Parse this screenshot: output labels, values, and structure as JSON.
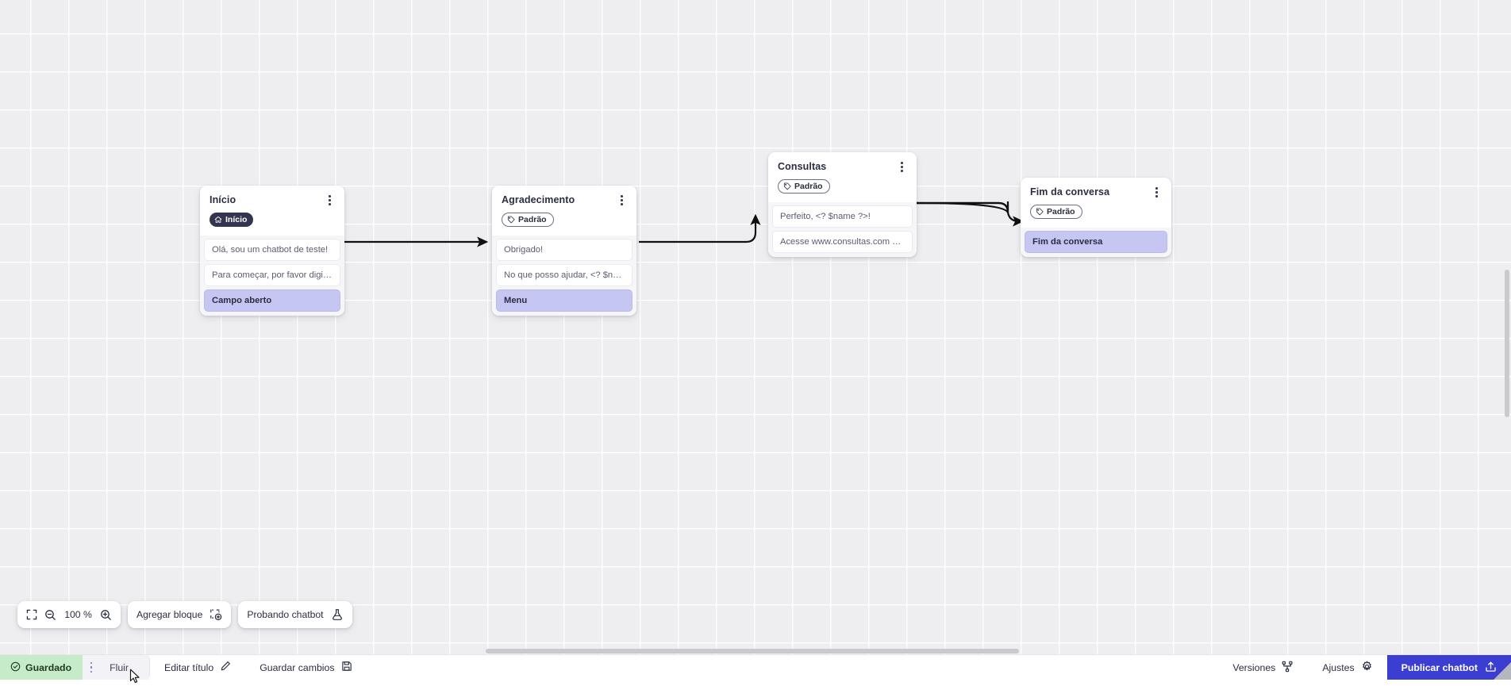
{
  "canvas": {
    "background_color": "#eeedef",
    "grid": true
  },
  "nodes": [
    {
      "id": "inicio",
      "title": "Início",
      "badge": {
        "label": "Início",
        "type": "start",
        "icon": "home-icon",
        "color": "#333450"
      },
      "rows": [
        {
          "text": "Olá, sou um chatbot de teste!",
          "highlight": false
        },
        {
          "text": "Para começar, por favor digite o ...",
          "highlight": false
        },
        {
          "text": "Campo aberto",
          "highlight": true
        }
      ]
    },
    {
      "id": "agradecimento",
      "title": "Agradecimento",
      "badge": {
        "label": "Padrão",
        "type": "default",
        "icon": "tag-icon",
        "color": "#6c6e85"
      },
      "rows": [
        {
          "text": "Obrigado!",
          "highlight": false
        },
        {
          "text": "No que posso ajudar, <? $name ...",
          "highlight": false
        },
        {
          "text": "Menu",
          "highlight": true
        }
      ]
    },
    {
      "id": "consultas",
      "title": "Consultas",
      "badge": {
        "label": "Padrão",
        "type": "default",
        "icon": "tag-icon",
        "color": "#6c6e85"
      },
      "rows": [
        {
          "text": "Perfeito, <? $name ?>!",
          "highlight": false
        },
        {
          "text": "Acesse www.consultas.com par...",
          "highlight": false
        }
      ]
    },
    {
      "id": "fim-da-conversa",
      "title": "Fim da conversa",
      "badge": {
        "label": "Padrão",
        "type": "default",
        "icon": "tag-icon",
        "color": "#6c6e85"
      },
      "rows": [
        {
          "text": "Fim da conversa",
          "highlight": true
        }
      ]
    }
  ],
  "toolbar": {
    "fit_screen_icon": "fit-screen-icon",
    "zoom_out_icon": "zoom-out-icon",
    "zoom_level": "100 %",
    "zoom_in_icon": "zoom-in-icon",
    "add_block_label": "Agregar bloque",
    "add_block_icon": "add-block-icon",
    "test_chatbot_label": "Probando chatbot",
    "test_chatbot_icon": "flask-icon"
  },
  "bottombar": {
    "saved_label": "Guardado",
    "saved_icon": "check-circle-icon",
    "saved_color": "#c6ebc8",
    "tab_label": "Fluir",
    "edit_title_label": "Editar título",
    "edit_title_icon": "pencil-icon",
    "save_changes_label": "Guardar cambios",
    "save_changes_icon": "save-disk-icon",
    "versions_label": "Versiones",
    "versions_icon": "branch-icon",
    "settings_label": "Ajustes",
    "settings_icon": "gear-icon",
    "publish_label": "Publicar chatbot",
    "publish_icon": "upload-icon",
    "publish_color": "#3b3ed1"
  }
}
